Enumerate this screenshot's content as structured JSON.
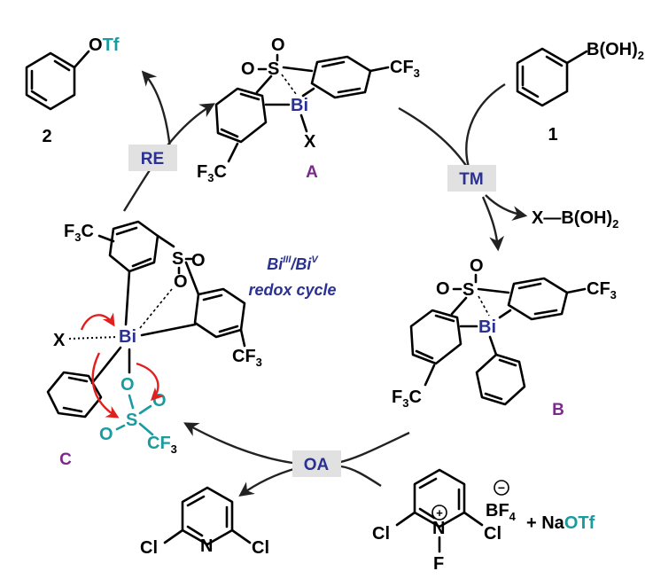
{
  "title": {
    "line1": "Bi",
    "line1_sup1": "III",
    "line1_mid": "/Bi",
    "line1_sup2": "V",
    "line2": "redox cycle"
  },
  "steps": {
    "re": "RE",
    "tm": "TM",
    "oa": "OA"
  },
  "intermediates": {
    "a": "A",
    "b": "B",
    "c": "C"
  },
  "compounds": {
    "c1": {
      "number": "1",
      "substituent": "B(OH)",
      "sub": "2"
    },
    "c2": {
      "number": "2",
      "substituent": "OTf"
    },
    "byproduct": "X—B(OH)",
    "byproduct_sub": "2",
    "pyridine_cl_left": "Cl",
    "pyridine_cl_right": "Cl",
    "pyridine_n": "N",
    "salt_cl_left": "Cl",
    "salt_cl_right": "Cl",
    "salt_n": "N",
    "salt_f": "F",
    "salt_plus": "+",
    "salt_anion": "BF",
    "salt_anion_sub": "4",
    "salt_minus": "−",
    "naotf_prefix": "+ Na",
    "naotf_otf": "OTf"
  },
  "atoms": {
    "bi": "Bi",
    "s": "S",
    "o": "O",
    "x": "X",
    "cf3": "CF",
    "cf3_sub": "3",
    "f3c": "F",
    "f3c_sub": "3",
    "f3c_c": "C"
  },
  "colors": {
    "bismuth": "#2a3192",
    "triflate": "#1a9ba0",
    "intermediate": "#7b2a8b",
    "curved_arrow": "#e01f1f",
    "step_box": "#e1e1e1"
  }
}
